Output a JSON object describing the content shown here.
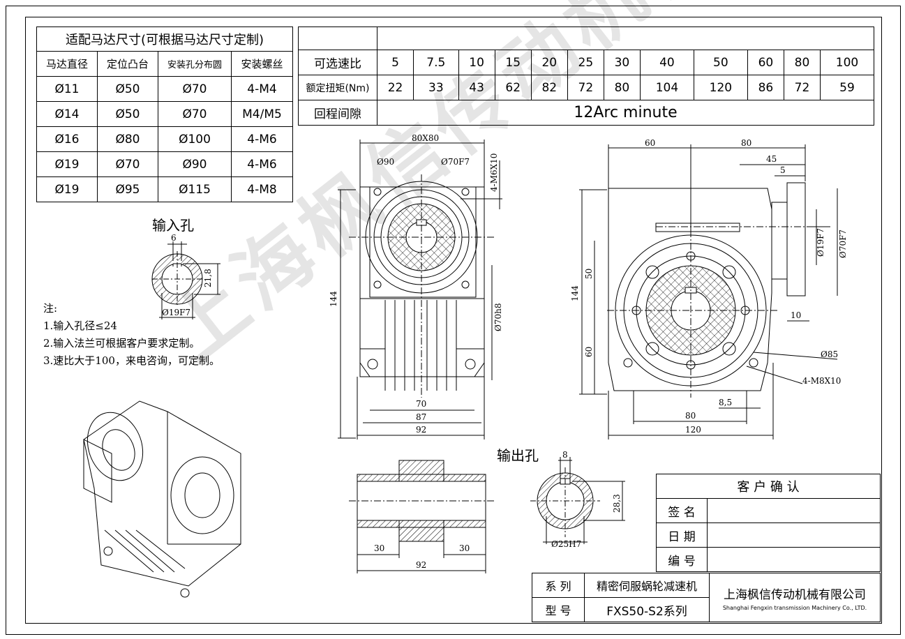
{
  "motor_table": {
    "title": "适配马达尺寸(可根据马达尺寸定制)",
    "headers": [
      "马达直径",
      "定位凸台",
      "安装孔分布圆",
      "安装螺丝"
    ],
    "rows": [
      [
        "Ø11",
        "Ø50",
        "Ø70",
        "4-M4"
      ],
      [
        "Ø14",
        "Ø50",
        "Ø70",
        "M4/M5"
      ],
      [
        "Ø16",
        "Ø80",
        "Ø100",
        "4-M6"
      ],
      [
        "Ø19",
        "Ø70",
        "Ø90",
        "4-M6"
      ],
      [
        "Ø19",
        "Ø95",
        "Ø115",
        "4-M8"
      ]
    ]
  },
  "ratio_table": {
    "ratio_label": "可选速比",
    "ratios": [
      "5",
      "7.5",
      "10",
      "15",
      "20",
      "25",
      "30",
      "40",
      "50",
      "60",
      "80",
      "100"
    ],
    "torque_label": "额定扭矩(Nm)",
    "torques": [
      "22",
      "33",
      "43",
      "62",
      "82",
      "72",
      "80",
      "104",
      "120",
      "86",
      "72",
      "59"
    ],
    "backlash_label": "回程间隙",
    "backlash_value": "12Arc minute"
  },
  "input_bore": {
    "title": "输入孔",
    "key_width": "6",
    "height": "21,8",
    "diameter": "Ø19F7"
  },
  "notes": {
    "title": "注:",
    "items": [
      "1.输入孔径≤24",
      "2.输入法兰可根据客户要求定制。",
      "3.速比大于100，来电咨询，可定制。"
    ]
  },
  "front_view_dims": {
    "square": "80X80",
    "d90": "Ø90",
    "d70f7": "Ø70F7",
    "thread": "4-M6X10",
    "height144": "144",
    "d70h8": "Ø70h8",
    "w70": "70",
    "w87": "87",
    "w92": "92"
  },
  "side_view_dims": {
    "d60": "60",
    "d80": "80",
    "d45": "45",
    "d5": "5",
    "d19f7": "Ø19F7",
    "d70f7": "Ø70F7",
    "h144": "144",
    "h50": "50",
    "h60": "60",
    "d10": "10",
    "d85": "Ø85",
    "m8": "4-M8X10",
    "d8_5": "8,5",
    "w80": "80",
    "w120": "120"
  },
  "output_bore": {
    "title": "输出孔",
    "key_width": "8",
    "height": "28,3",
    "diameter": "Ø25H7"
  },
  "shaft_dims": {
    "left": "30",
    "right": "30",
    "total": "92"
  },
  "confirm_block": {
    "title": "客 户 确 认",
    "rows": [
      "签  名",
      "日  期",
      "编  号"
    ]
  },
  "title_block": {
    "series_label": "系  列",
    "series_value": "精密伺服蜗轮减速机",
    "model_label": "型  号",
    "model_value": "FXS50-S2系列",
    "company_cn": "上海枫信传动机械有限公司",
    "company_en": "Shanghai Fengxin transmission Machinery Co., LTD."
  },
  "watermark": "上海枫信传动机械有限公司"
}
